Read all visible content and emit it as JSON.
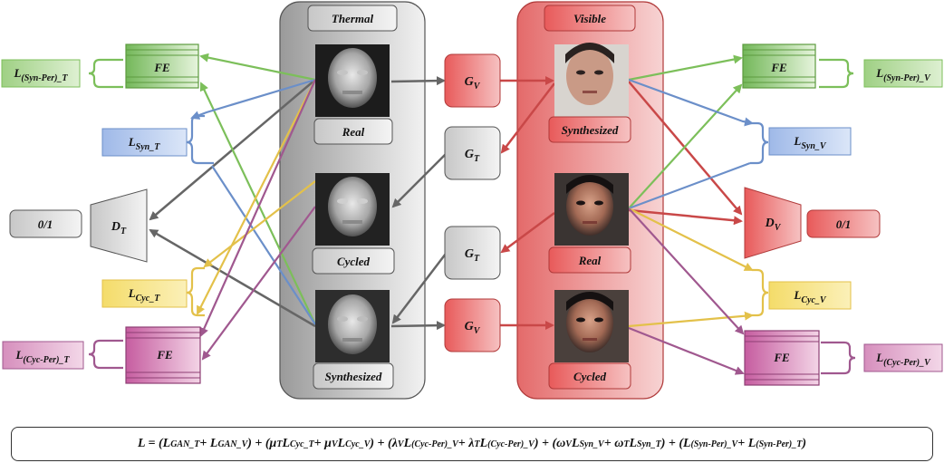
{
  "panels": {
    "thermal_title": "Thermal",
    "visible_title": "Visible"
  },
  "thermal_images": {
    "real": "Real",
    "cycled": "Cycled",
    "synthesized": "Synthesized"
  },
  "visible_images": {
    "synthesized": "Synthesized",
    "real": "Real",
    "cycled": "Cycled"
  },
  "generators": {
    "g_v_top": {
      "main": "G",
      "sub": "V"
    },
    "g_t_upper": {
      "main": "G",
      "sub": "T"
    },
    "g_t_lower": {
      "main": "G",
      "sub": "T"
    },
    "g_v_bottom": {
      "main": "G",
      "sub": "V"
    }
  },
  "discriminators": {
    "d_t": {
      "main": "D",
      "sub": "T"
    },
    "d_v": {
      "main": "D",
      "sub": "V"
    },
    "out_t": "0/1",
    "out_v": "0/1"
  },
  "feature_extractors": {
    "fe_top_left": "FE",
    "fe_bottom_left": "FE",
    "fe_top_right": "FE",
    "fe_bottom_right": "FE"
  },
  "losses": {
    "syn_per_t": {
      "main": "L",
      "sub": "(Syn-Per)_T"
    },
    "syn_t": {
      "main": "L",
      "sub": "Syn_T"
    },
    "cyc_t": {
      "main": "L",
      "sub": "Cyc_T"
    },
    "cyc_per_t": {
      "main": "L",
      "sub": "(Cyc-Per)_T"
    },
    "syn_per_v": {
      "main": "L",
      "sub": "(Syn-Per)_V"
    },
    "syn_v": {
      "main": "L",
      "sub": "Syn_V"
    },
    "cyc_v": {
      "main": "L",
      "sub": "Cyc_V"
    },
    "cyc_per_v": {
      "main": "L",
      "sub": "(Cyc-Per)_V"
    }
  },
  "formula": {
    "parts": [
      {
        "t": "L = (L"
      },
      {
        "s": "GAN_T"
      },
      {
        "t": " + L"
      },
      {
        "s": "GAN_V"
      },
      {
        "t": ") + (μ"
      },
      {
        "s": "T"
      },
      {
        "t": "L"
      },
      {
        "s": "Cyc_T"
      },
      {
        "t": " + μ"
      },
      {
        "s": "V"
      },
      {
        "t": "L"
      },
      {
        "s": "Cyc_V"
      },
      {
        "t": ") + (λ"
      },
      {
        "s": "V"
      },
      {
        "t": "L"
      },
      {
        "s": "(Cyc-Per)_V"
      },
      {
        "t": " + λ"
      },
      {
        "s": "T"
      },
      {
        "t": "L"
      },
      {
        "s": "(Cyc-Per)_V"
      },
      {
        "t": ") + (ω"
      },
      {
        "s": "V"
      },
      {
        "t": "L"
      },
      {
        "s": "Syn_V"
      },
      {
        "t": " + ω"
      },
      {
        "s": "T"
      },
      {
        "t": "L"
      },
      {
        "s": "Syn_T"
      },
      {
        "t": ") + (L"
      },
      {
        "s": "(Syn-Per)_V"
      },
      {
        "t": " + L"
      },
      {
        "s": "(Syn-Per)_T"
      },
      {
        "t": ")"
      }
    ]
  },
  "colors": {
    "green": "#7cbf5a",
    "blue": "#6b8fc9",
    "yellow": "#e3c14a",
    "purple": "#a0588f",
    "gray": "#6b6b6b",
    "red": "#c94848"
  }
}
